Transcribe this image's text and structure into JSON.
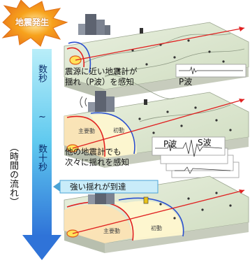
{
  "burst": {
    "label": "地震発生"
  },
  "timeline": {
    "top": "数秒",
    "tilde": "~",
    "bottom": "数十秒",
    "flow": "（時間の流れ）"
  },
  "stage1": {
    "caption_line1": "震源に近い地震計が",
    "caption_line2": "揺れ（P波）を感知",
    "wave_label": "P波"
  },
  "stage2": {
    "zone_main": "主要動",
    "zone_initial": "初動",
    "caption_line1": "他の地震計でも",
    "caption_line2": "次々に揺れを感知",
    "wave_p": "P波",
    "wave_s": "S波"
  },
  "stage3": {
    "banner": "強い揺れが到達",
    "zone_main": "主要動",
    "zone_initial": "初動"
  },
  "colors": {
    "burst_orange": "#f08a1c",
    "burst_text": "#ffffff",
    "arrow_cyan": "#6fd7f0",
    "arrow_blue": "#2d63c8",
    "ground_top": "#dfe9d2",
    "ground_side": "#b8bfae",
    "red_arrow": "#e02020",
    "zone_main": "#fce3b4",
    "zone_initial": "#fff7cf"
  }
}
